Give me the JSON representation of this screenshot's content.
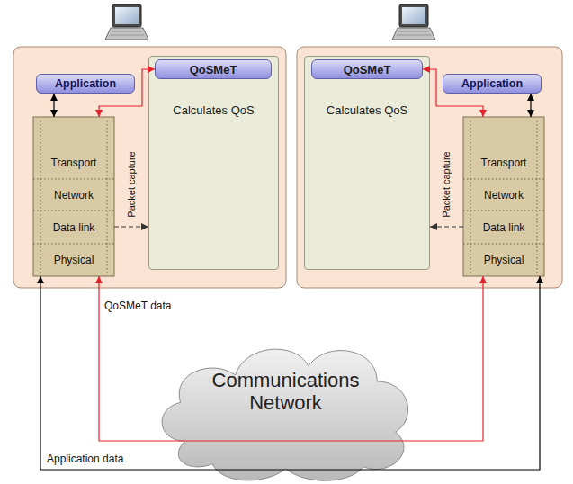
{
  "diagram": {
    "nodes": [
      {
        "text": [
          "Application"
        ]
      },
      {
        "text": [
          "Calculates QoS"
        ]
      },
      {
        "text": [
          "QoSMeT"
        ],
        "in": 1
      },
      {
        "text": [
          "Transport"
        ]
      },
      {
        "text": [
          "Network"
        ]
      },
      {
        "text": [
          "Data link"
        ]
      },
      {
        "text": [
          "Physical"
        ]
      },
      {
        "text": [
          "Calculates QoS"
        ]
      },
      {
        "text": [
          "QoSMeT"
        ],
        "in": 7
      },
      {
        "text": [
          "Application"
        ]
      },
      {
        "text": [
          "Transport"
        ]
      },
      {
        "text": [
          "Network"
        ]
      },
      {
        "text": [
          "Data link"
        ]
      },
      {
        "text": [
          "Physical"
        ]
      },
      {
        "text": [
          "Communications Network"
        ]
      }
    ],
    "edges": [
      {
        "from": 0,
        "to": 3,
        "arrow": "both"
      },
      {
        "from": 2,
        "to": 3,
        "arrow": "both"
      },
      {
        "from": 5,
        "to": 1,
        "label": "Packet capture",
        "arrow": "to"
      },
      {
        "from": 9,
        "to": 10,
        "arrow": "both"
      },
      {
        "from": 8,
        "to": 10,
        "arrow": "both"
      },
      {
        "from": 12,
        "to": 7,
        "label": "Packet capture",
        "arrow": "to"
      },
      {
        "from": 6,
        "to": 13,
        "label": "QoSMeT data",
        "arrow": "both"
      },
      {
        "from": 6,
        "to": 13,
        "label": "Application data",
        "arrow": "both"
      }
    ]
  }
}
